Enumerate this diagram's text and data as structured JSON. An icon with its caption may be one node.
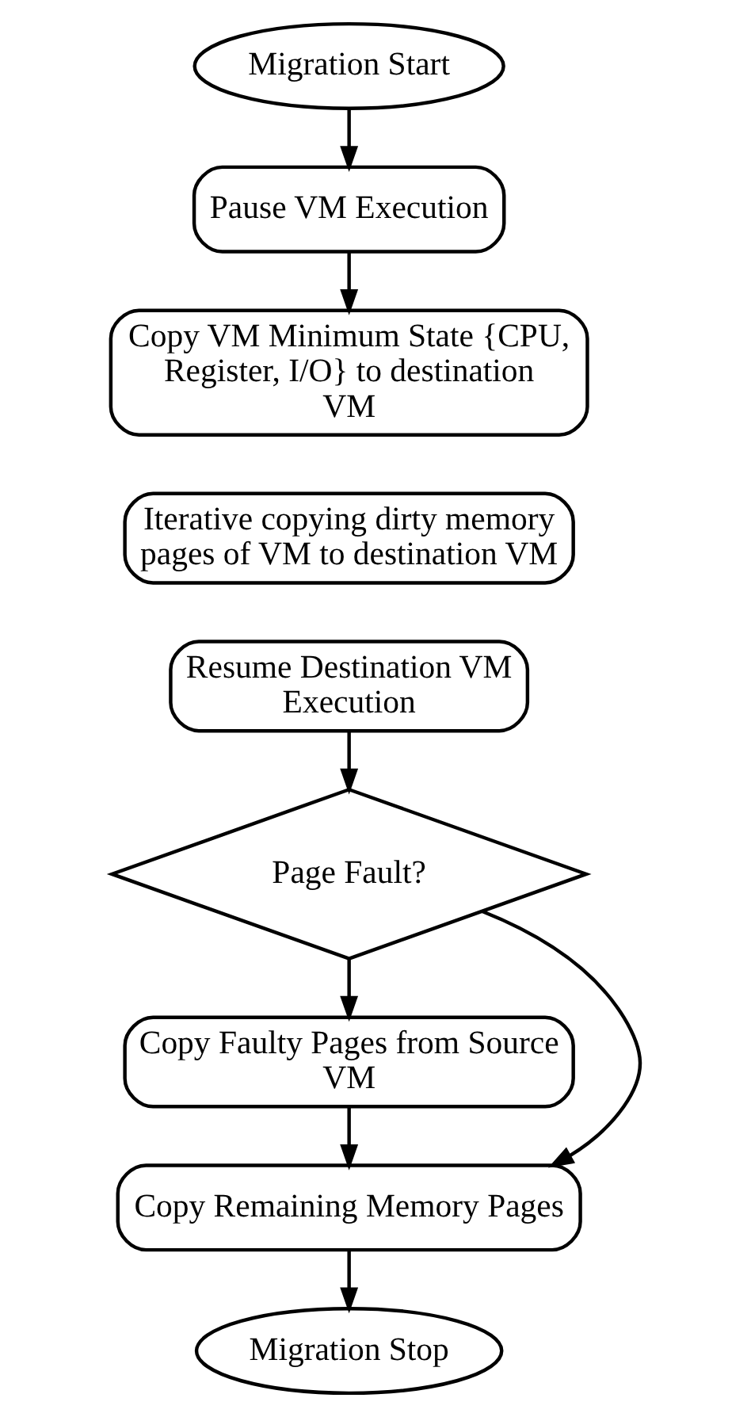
{
  "diagram": {
    "nodes": [
      {
        "text": [
          "Migration Start"
        ]
      },
      {
        "text": [
          "Pause VM Execution"
        ]
      },
      {
        "text": [
          "Copy VM Minimum State {CPU, Register, I/O} to destination VM"
        ]
      },
      {
        "text": [
          "Iterative copying dirty memory pages of VM to destination VM"
        ]
      },
      {
        "text": [
          "Resume Destination VM Execution"
        ]
      },
      {
        "text": [
          "Page Fault?"
        ]
      },
      {
        "text": [
          "Copy Faulty Pages from Source VM"
        ]
      },
      {
        "text": [
          "Copy Remaining Memory Pages"
        ]
      },
      {
        "text": [
          "Migration Stop"
        ]
      }
    ],
    "edges": [
      {
        "from": 0,
        "to": 1,
        "arrow": "to"
      },
      {
        "from": 1,
        "to": 2,
        "arrow": "to"
      },
      {
        "from": 4,
        "to": 5,
        "arrow": "to"
      },
      {
        "from": 5,
        "to": 6,
        "arrow": "to"
      },
      {
        "from": 5,
        "to": 7,
        "arrow": "to"
      },
      {
        "from": 6,
        "to": 7,
        "arrow": "to"
      },
      {
        "from": 7,
        "to": 8,
        "arrow": "to"
      }
    ]
  }
}
